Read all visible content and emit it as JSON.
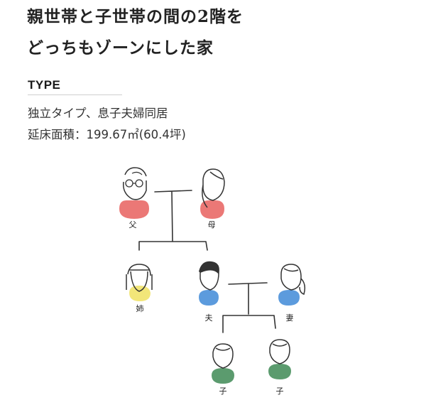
{
  "headline": {
    "line1": "親世帯と子世帯の間の2階を",
    "line2": "どっちもゾーンにした家"
  },
  "type_section": {
    "label": "TYPE",
    "detail": "独立タイプ、息子夫婦同居",
    "area": "延床面積：199.67㎡(60.4坪)"
  },
  "family_tree": {
    "members": {
      "father": "父",
      "mother": "母",
      "sister": "姉",
      "husband": "夫",
      "wife": "妻",
      "child1": "子",
      "child2": "子"
    },
    "colors": {
      "parents": "#e8605e",
      "sister": "#f1e36a",
      "couple": "#4a90d9",
      "children": "#3e8a55"
    }
  }
}
